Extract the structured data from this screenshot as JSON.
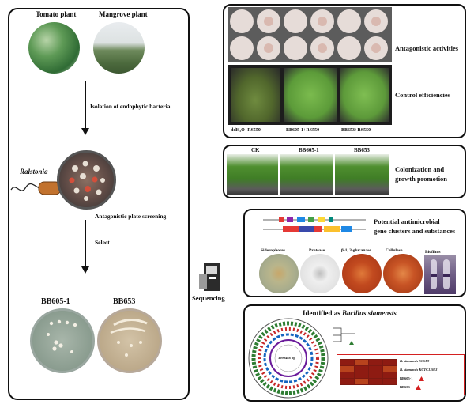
{
  "left_panel": {
    "tomato_label": "Tomato plant",
    "mangrove_label": "Mangrove plant",
    "isolation_step": "Isolation of endophytic bacteria",
    "pathogen_label": "Ralstonia",
    "screening_step": "Antagonistic plate screening",
    "select_step": "Select",
    "strain_a": "BB605-1",
    "strain_b": "BB653"
  },
  "sequencing_label": "Sequencing",
  "antagonism_panel": {
    "activities_label": "Antagonistic activities",
    "efficiencies_label": "Control efficiencies",
    "tray_labels": [
      "ddH₂O+RS550",
      "BB605-1+RS550",
      "BB653+RS550"
    ]
  },
  "colonization_panel": {
    "tray_labels": [
      "CK",
      "BB605-1",
      "BB653"
    ],
    "title_line1": "Colonization and",
    "title_line2": "growth promotion"
  },
  "antimicrobial_panel": {
    "title_line1": "Potential antimicrobial",
    "title_line2": "gene clusters and substances",
    "assays": [
      "Siderophores",
      "Protease",
      "β-1, 3-glucanase",
      "Cellulase",
      "Biofilms"
    ]
  },
  "identity_panel": {
    "title_prefix": "Identified as ",
    "title_species": "Bacillus siamensis",
    "genome_center": "3990488 bp",
    "legend_rows": [
      "B. siamensis SCSIO",
      "B. siamensis KCTC13613",
      "BB605-1",
      "BB653"
    ]
  },
  "colors": {
    "heatmap_dark": "#8e1b12",
    "heatmap_mid": "#b8431d",
    "marker_red": "#d42020",
    "plant_green": "#3f8e2b"
  }
}
